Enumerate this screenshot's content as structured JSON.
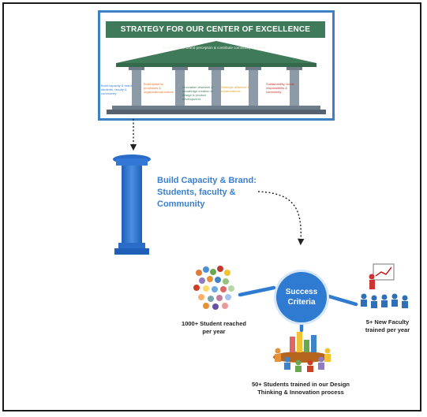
{
  "strategy": {
    "title": "STRATEGY FOR OUR CENTER OF EXCELLENCE",
    "roof_text": "Goal: improve brand perception & contribute community & society",
    "pillars": [
      "Build capacity & brand: students, faculty & community",
      "Build systems, processes & organizational culture",
      "Innovation research & knowledge creation in design & product development",
      "Strategic alliances & collaborations",
      "Sustainability, social responsibility & community"
    ],
    "pillar_colors": [
      "#3a7fd0",
      "#e8762a",
      "#3f7a5a",
      "#e0a520",
      "#c8332b"
    ]
  },
  "build_capacity": "Build Capacity & Brand: Students, faculty & Community",
  "success_criteria": "Success Criteria",
  "outcomes": {
    "students": "1000+ Student reached per year",
    "faculty": "5+ New Faculty trained per year",
    "design_thinking": "50+ Students trained in our Design Thinking & Innovation process"
  },
  "colors": {
    "accent": "#3a7fd0",
    "banner": "#3f7a5a",
    "frame_border": "#3f7fc4"
  }
}
